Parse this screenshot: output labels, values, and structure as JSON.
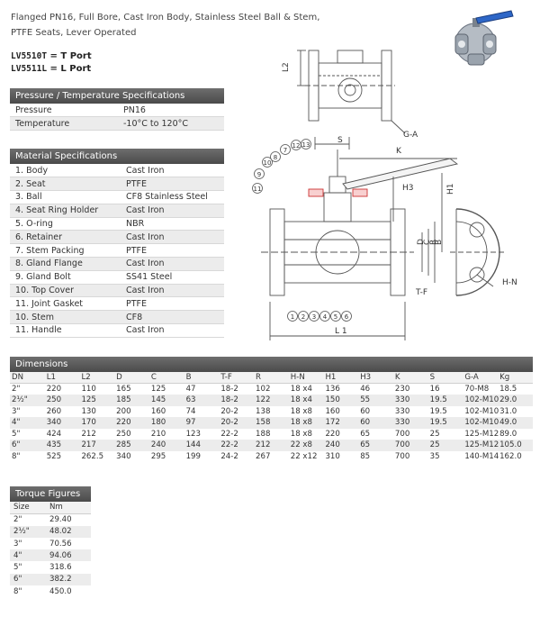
{
  "description_lines": [
    "Flanged PN16, Full Bore, Cast Iron Body, Stainless Steel Ball & Stem,",
    "PTFE Seats, Lever Operated"
  ],
  "models": [
    {
      "code": "LV5510T",
      "label": "T Port"
    },
    {
      "code": "LV5511L",
      "label": "L Port"
    }
  ],
  "pressure_temp": {
    "title": "Pressure / Temperature Specifications",
    "rows": [
      [
        "Pressure",
        "PN16"
      ],
      [
        "Temperature",
        "-10°C to 120°C"
      ]
    ]
  },
  "materials": {
    "title": "Material Specifications",
    "rows": [
      [
        "1. Body",
        "Cast Iron"
      ],
      [
        "2. Seat",
        "PTFE"
      ],
      [
        "3. Ball",
        "CF8 Stainless Steel"
      ],
      [
        "4. Seat Ring Holder",
        "Cast Iron"
      ],
      [
        "5. O-ring",
        "NBR"
      ],
      [
        "6. Retainer",
        "Cast Iron"
      ],
      [
        "7. Stem Packing",
        "PTFE"
      ],
      [
        "8. Gland Flange",
        "Cast Iron"
      ],
      [
        "9. Gland Bolt",
        "SS41 Steel"
      ],
      [
        "10. Top Cover",
        "Cast Iron"
      ],
      [
        "11. Joint Gasket",
        "PTFE"
      ],
      [
        "10. Stem",
        "CF8"
      ],
      [
        "11. Handle",
        "Cast Iron"
      ]
    ]
  },
  "dimensions": {
    "title": "Dimensions",
    "columns": [
      "DN",
      "L1",
      "L2",
      "D",
      "C",
      "B",
      "T-F",
      "R",
      "H-N",
      "H1",
      "H3",
      "K",
      "S",
      "G-A",
      "Kg"
    ],
    "rows": [
      [
        "2\"",
        "220",
        "110",
        "165",
        "125",
        "47",
        "18-2",
        "102",
        "18 x4",
        "136",
        "46",
        "230",
        "16",
        "70-M8",
        "18.5"
      ],
      [
        "2½\"",
        "250",
        "125",
        "185",
        "145",
        "63",
        "18-2",
        "122",
        "18 x4",
        "150",
        "55",
        "330",
        "19.5",
        "102-M10",
        "29.0"
      ],
      [
        "3\"",
        "260",
        "130",
        "200",
        "160",
        "74",
        "20-2",
        "138",
        "18 x8",
        "160",
        "60",
        "330",
        "19.5",
        "102-M10",
        "31.0"
      ],
      [
        "4\"",
        "340",
        "170",
        "220",
        "180",
        "97",
        "20-2",
        "158",
        "18 x8",
        "172",
        "60",
        "330",
        "19.5",
        "102-M10",
        "49.0"
      ],
      [
        "5\"",
        "424",
        "212",
        "250",
        "210",
        "123",
        "22-2",
        "188",
        "18 x8",
        "220",
        "65",
        "700",
        "25",
        "125-M12",
        "89.0"
      ],
      [
        "6\"",
        "435",
        "217",
        "285",
        "240",
        "144",
        "22-2",
        "212",
        "22 x8",
        "240",
        "65",
        "700",
        "25",
        "125-M12",
        "105.0"
      ],
      [
        "8\"",
        "525",
        "262.5",
        "340",
        "295",
        "199",
        "24-2",
        "267",
        "22 x12",
        "310",
        "85",
        "700",
        "35",
        "140-M14",
        "162.0"
      ]
    ]
  },
  "torque": {
    "title": "Torque Figures",
    "columns": [
      "Size",
      "Nm"
    ],
    "rows": [
      [
        "2\"",
        "29.40"
      ],
      [
        "2½\"",
        "48.02"
      ],
      [
        "3\"",
        "70.56"
      ],
      [
        "4\"",
        "94.06"
      ],
      [
        "5\"",
        "318.6"
      ],
      [
        "6\"",
        "382.2"
      ],
      [
        "8\"",
        "450.0"
      ]
    ]
  },
  "drawing": {
    "dim_labels": [
      "L2",
      "G-A",
      "S",
      "K",
      "H3",
      "H1",
      "B",
      "R",
      "C",
      "D",
      "T-F",
      "H-N",
      "L 1"
    ],
    "part_callouts": [
      "1",
      "2",
      "3",
      "4",
      "5",
      "6",
      "7",
      "8",
      "9",
      "10",
      "11",
      "12",
      "13"
    ]
  },
  "colors": {
    "panel_header": "#5a5a5a",
    "row_alt": "#ececec"
  }
}
